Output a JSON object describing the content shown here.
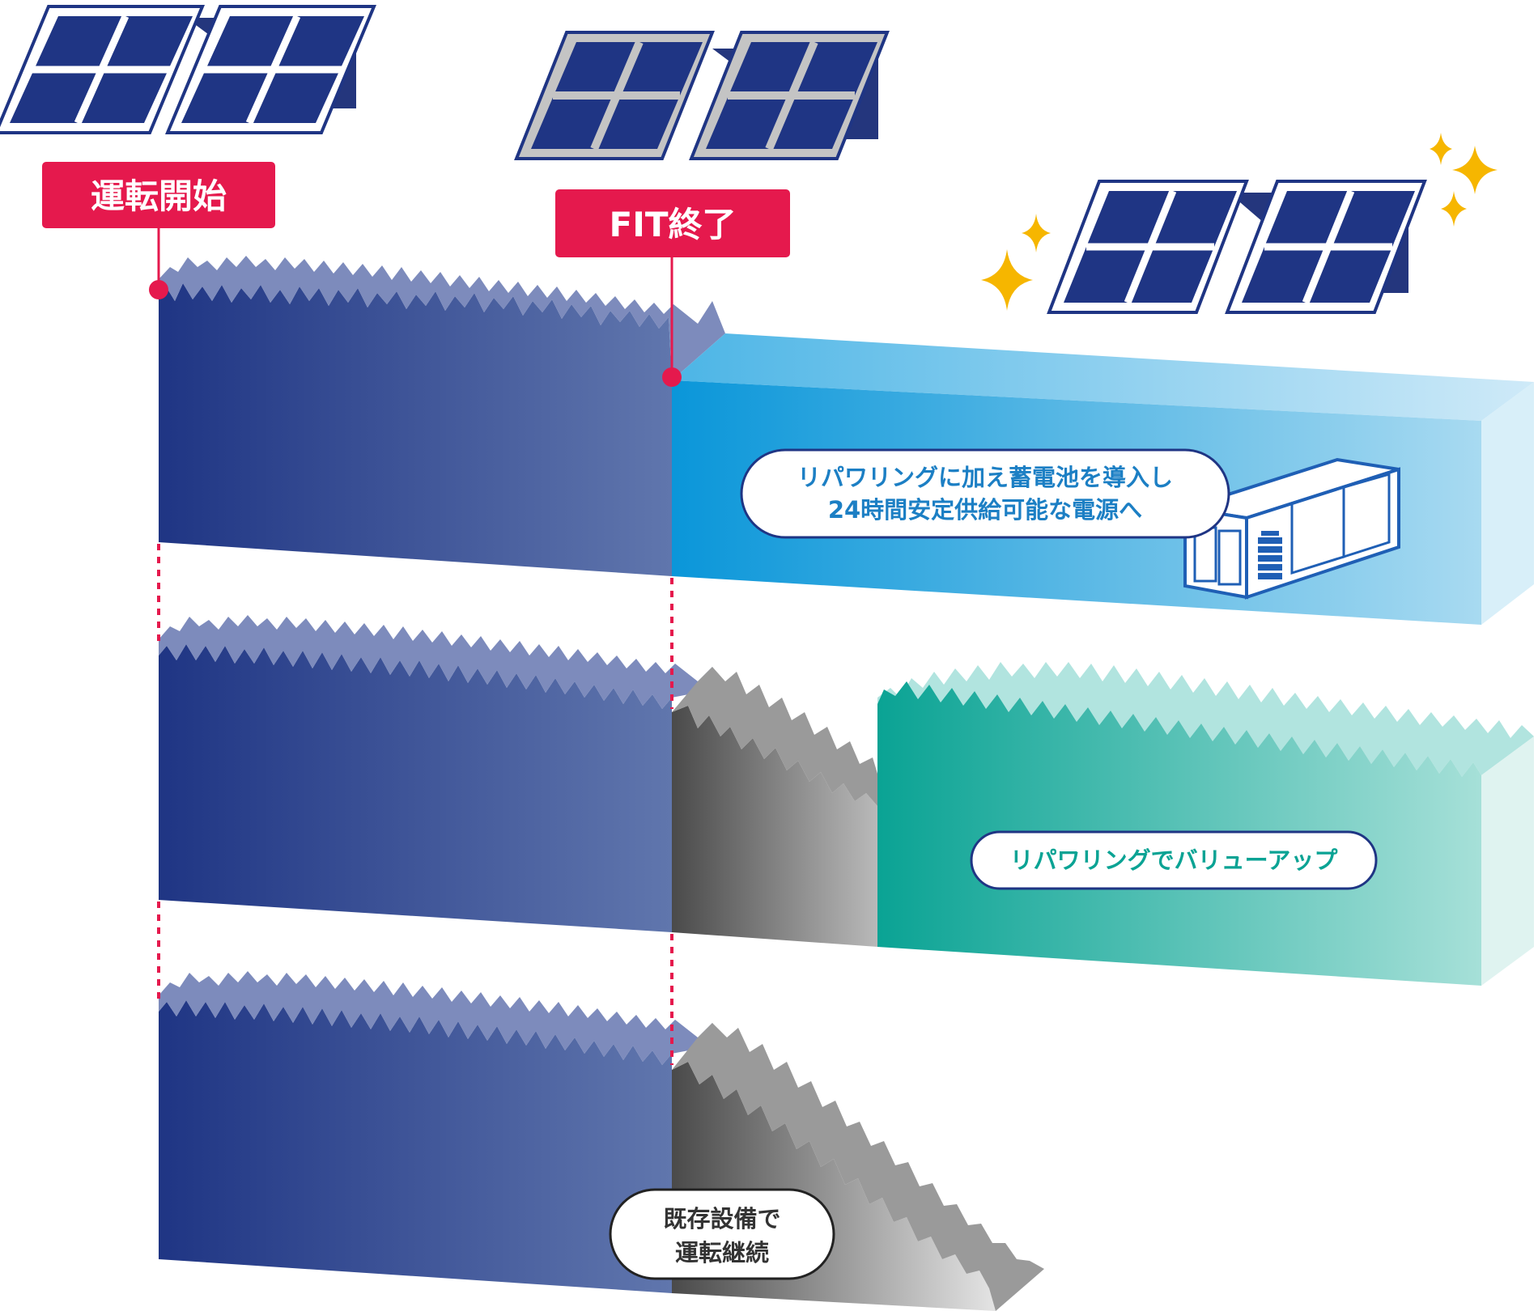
{
  "markers": {
    "start": "運転開始",
    "fit_end": "FIT終了"
  },
  "scenarios": {
    "battery": {
      "line1": "リパワリングに加え蓄電池を導入し",
      "line2": "24時間安定供給可能な電源へ"
    },
    "repower": {
      "label": "リパワリングでバリューアップ"
    },
    "existing": {
      "line1": "既存設備で",
      "line2": "運転継続"
    }
  },
  "colors": {
    "accent": "#e5194d",
    "navy": "#1f3584",
    "cyan": "#0a96d9",
    "teal": "#0aa394",
    "gray": "#4b4b4b",
    "star": "#f6b600"
  },
  "icons": {
    "panels": "solar-panel-icon",
    "battery": "battery-container-icon",
    "sparkle": "sparkle-icon"
  }
}
